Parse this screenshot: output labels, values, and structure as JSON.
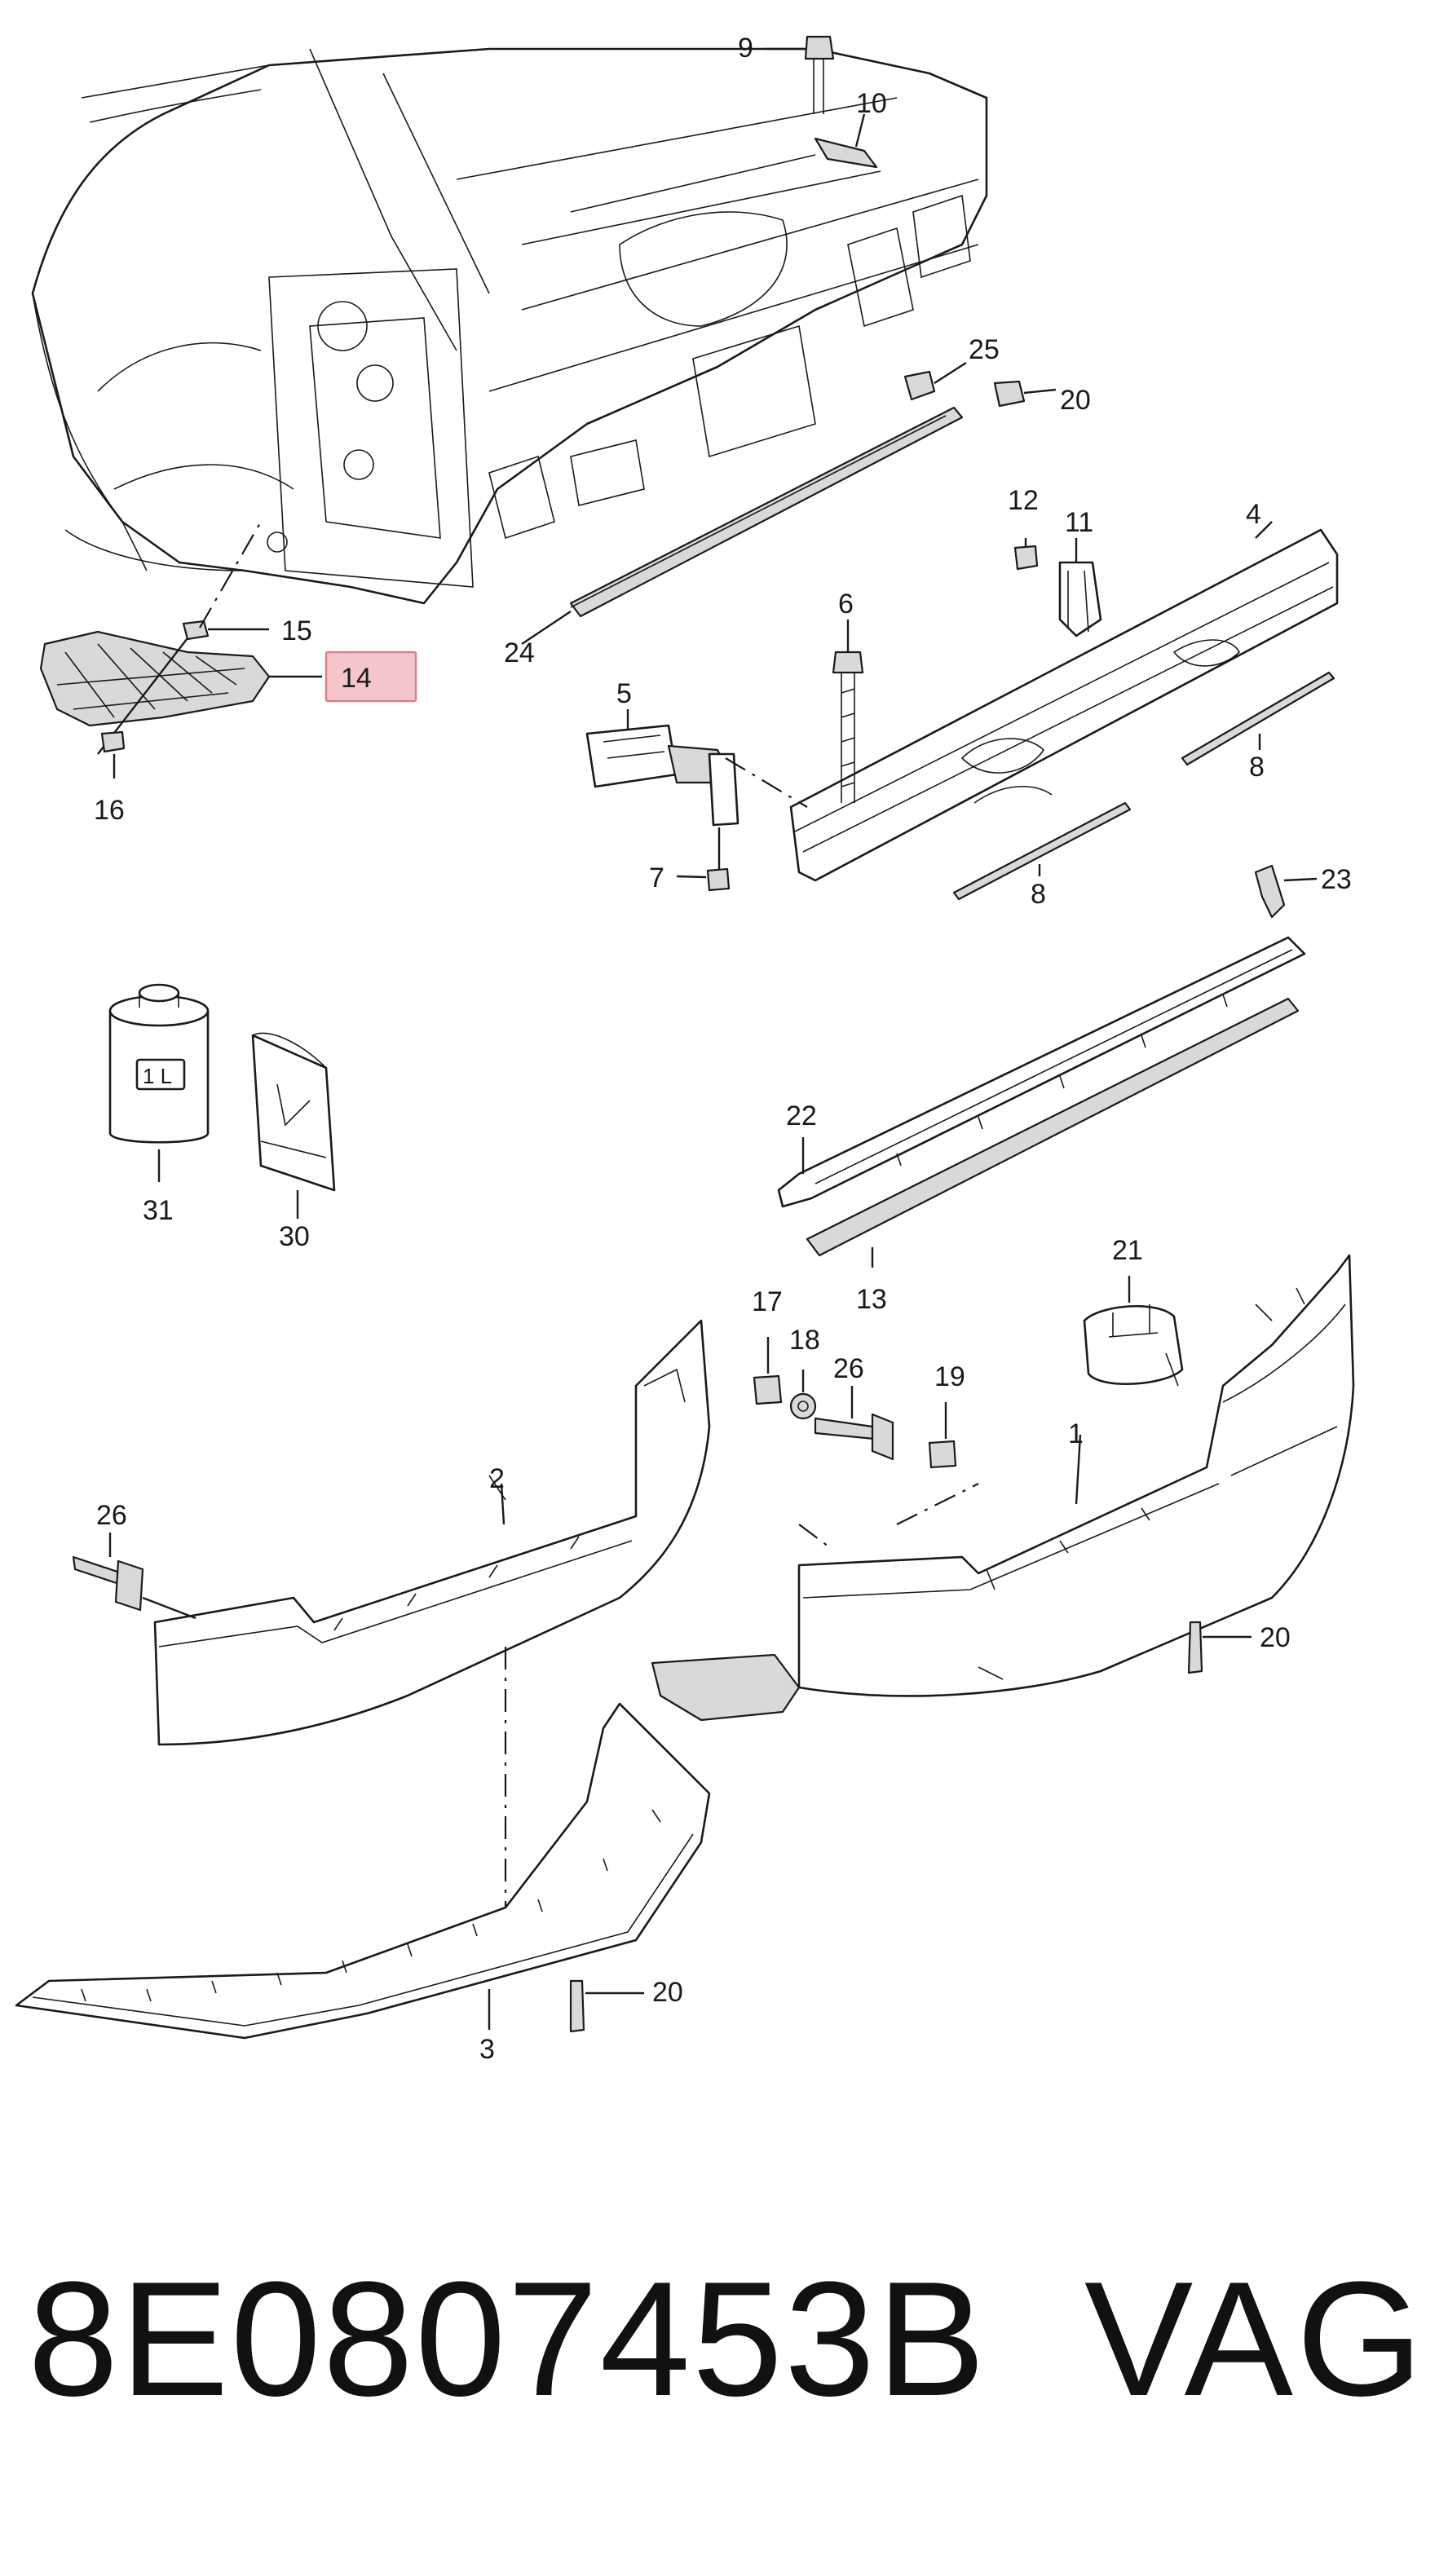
{
  "labels": {
    "l1": "1",
    "l2": "2",
    "l3": "3",
    "l4": "4",
    "l5": "5",
    "l6": "6",
    "l7": "7",
    "l8a": "8",
    "l8b": "8",
    "l9": "9",
    "l10": "10",
    "l11": "11",
    "l12": "12",
    "l13": "13",
    "l14": "14",
    "l15": "15",
    "l16": "16",
    "l17": "17",
    "l18": "18",
    "l19": "19",
    "l20a": "20",
    "l20b": "20",
    "l20c": "20",
    "l21": "21",
    "l22": "22",
    "l23": "23",
    "l24": "24",
    "l25": "25",
    "l26a": "26",
    "l26b": "26",
    "l30": "30",
    "l31": "31"
  },
  "can_label": "1 L",
  "highlight_color": "#f4c6cc",
  "footer": {
    "part_number": "8E0807453B",
    "brand": "VAG"
  }
}
